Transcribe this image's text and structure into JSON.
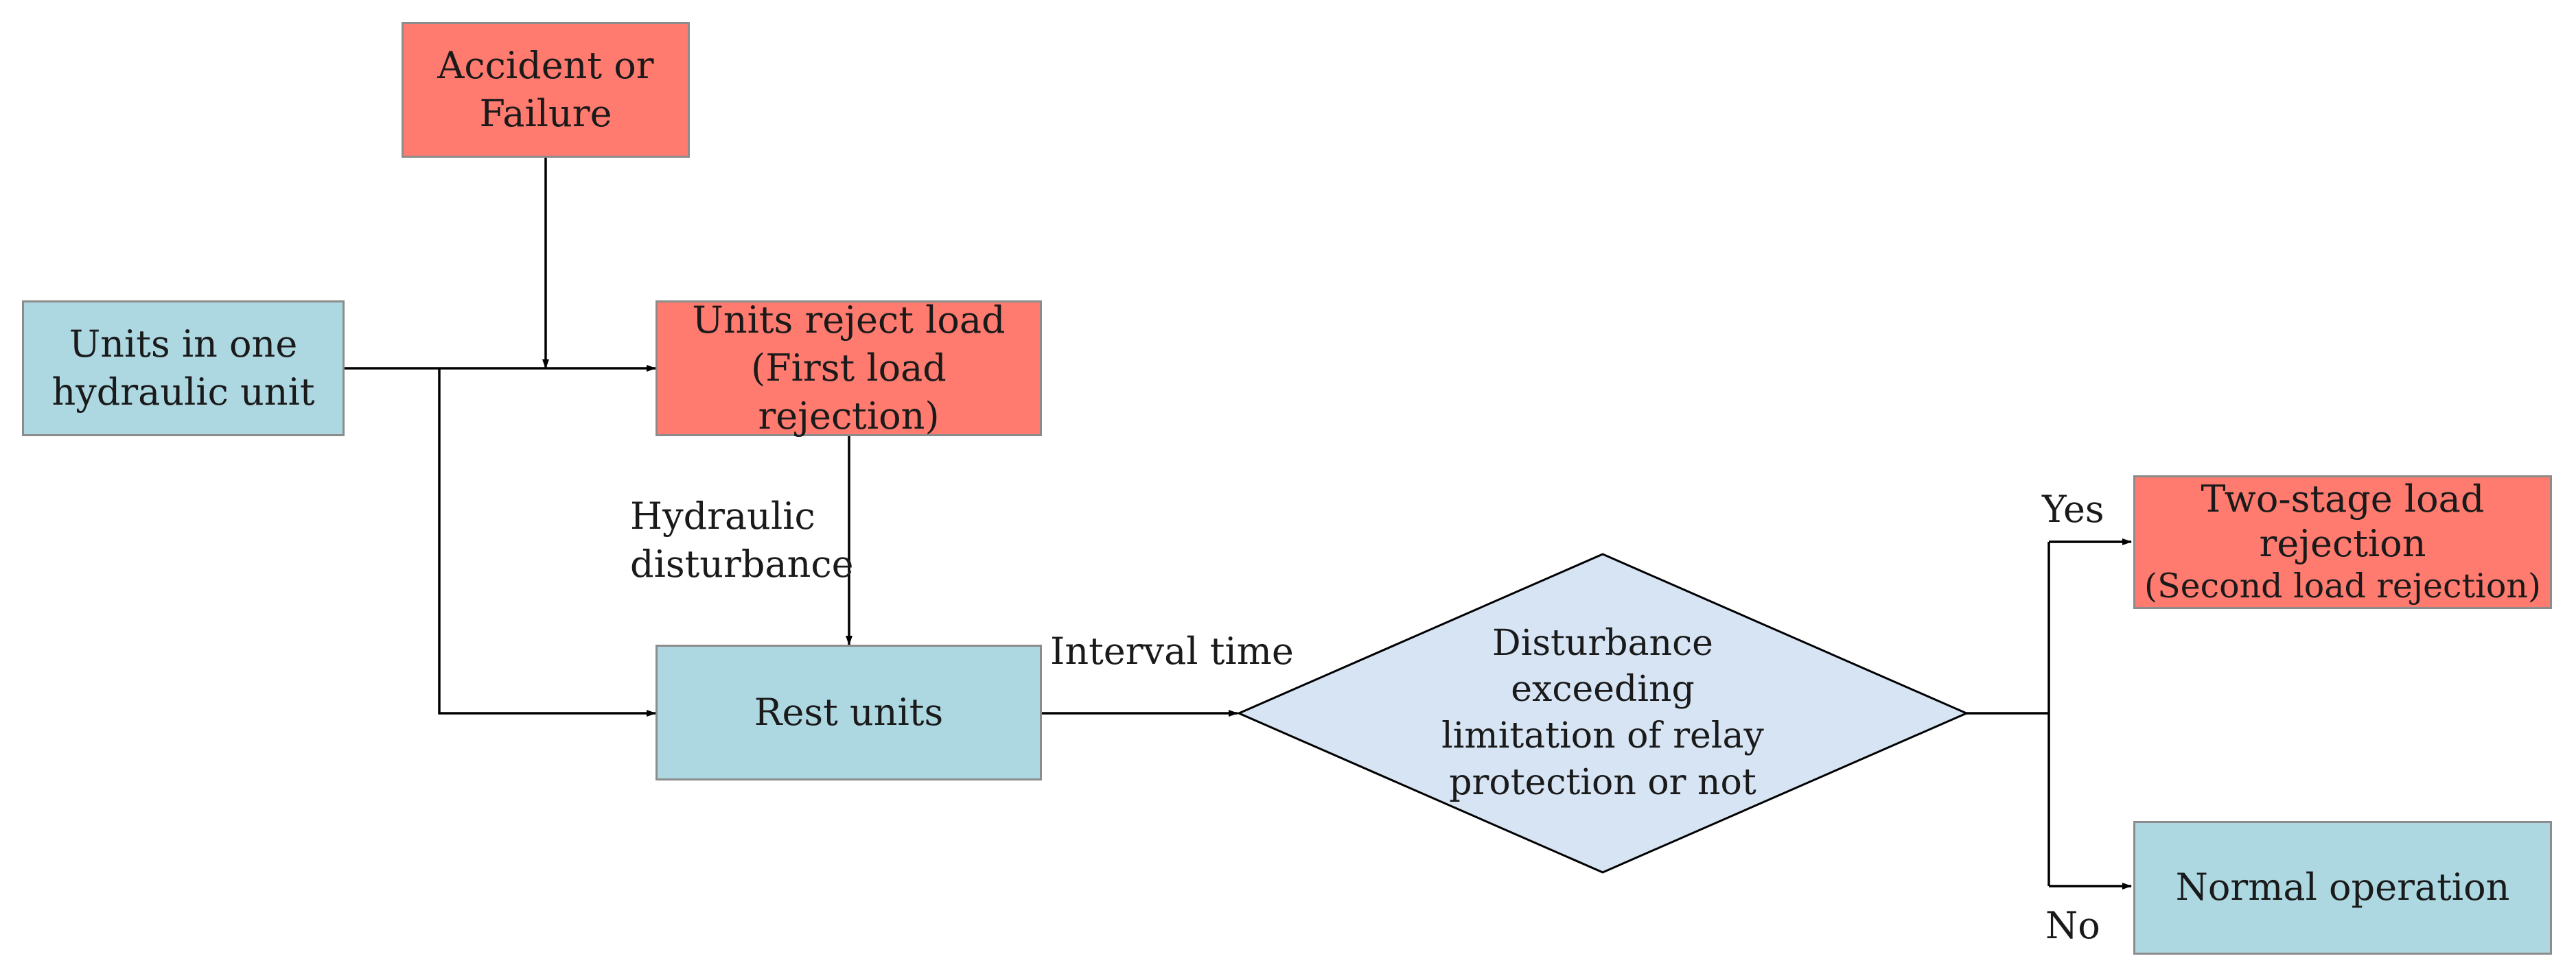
{
  "colors": {
    "red_box": "#ff7b6f",
    "blue_box": "#add8e2",
    "diamond_fill": "#d6e4f4",
    "line": "#000000",
    "box_border": "#8c8c8c"
  },
  "nodes": {
    "accident": {
      "line1": "Accident or",
      "line2": "Failure"
    },
    "units_one": {
      "line1": "Units in one",
      "line2": "hydraulic unit"
    },
    "units_reject": {
      "line1": "Units reject load",
      "line2": "(First load rejection)"
    },
    "rest_units": {
      "line1": "Rest units"
    },
    "decision": {
      "line1": "Disturbance",
      "line2": "exceeding",
      "line3": "limitation of relay",
      "line4": "protection or not"
    },
    "two_stage": {
      "line1": "Two-stage load",
      "line2": "rejection",
      "line3": "(Second load rejection)"
    },
    "normal": {
      "line1": "Normal operation"
    }
  },
  "labels": {
    "hydraulic_disturbance_1": "Hydraulic",
    "hydraulic_disturbance_2": "disturbance",
    "interval_time": "Interval time",
    "yes": "Yes",
    "no": "No"
  }
}
